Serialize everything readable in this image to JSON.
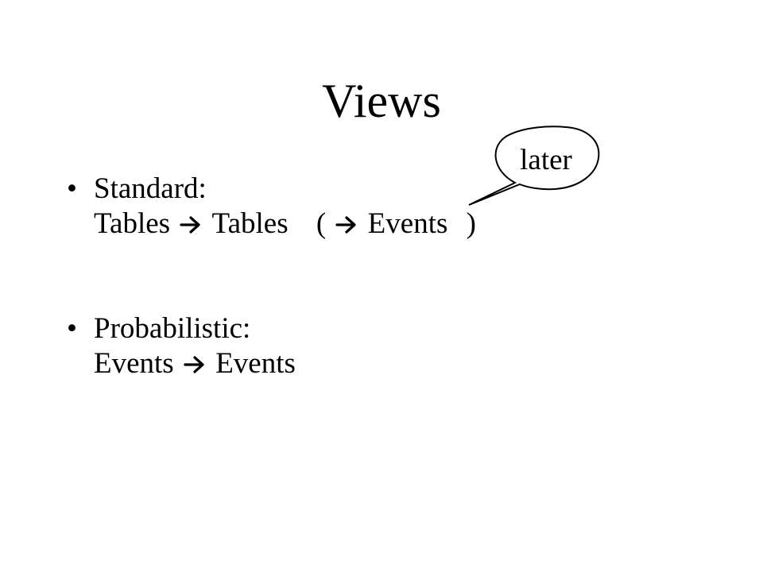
{
  "slide": {
    "title": "Views",
    "bullets": [
      {
        "bullet_char": "•",
        "heading": "Standard:",
        "line2": {
          "from": "Tables",
          "to": "Tables",
          "paren_open": "(",
          "paren_target": "Events",
          "paren_close": ")"
        }
      },
      {
        "bullet_char": "•",
        "heading": "Probabilistic:",
        "line2": {
          "from": "Events",
          "to": "Events"
        }
      }
    ],
    "callout": {
      "text": "later"
    }
  },
  "icons": {
    "arrow": "right-arrow-icon"
  }
}
